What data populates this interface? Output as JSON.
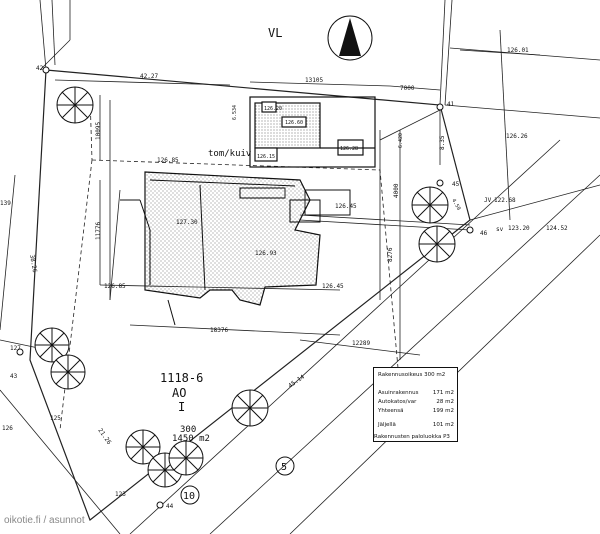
{
  "road_label": "VL",
  "plot_number": "1118-6",
  "zone_code": "AO",
  "roman_numeral": "I",
  "site_area": "300",
  "site_dims": "1450 m2",
  "circled_numbers": [
    "5",
    "10"
  ],
  "point_labels": [
    "42",
    "41",
    "45",
    "46",
    "43",
    "44",
    "127",
    "123",
    "125",
    "139"
  ],
  "dimensions": {
    "top_left": "42.27",
    "top_mid": "13105",
    "top_right": "7000",
    "left_vertical": "10095",
    "left_mid": "11776",
    "left_bottom": "126.85",
    "inner_a": "126.85",
    "inner_b": "127.30",
    "inner_c": "126.93",
    "inner_d": "126.45",
    "inner_e": "126.45",
    "garage_a": "126.20",
    "garage_b": "126.60",
    "garage_c": "126.28",
    "garage_d": "126.15",
    "bottom": "18376",
    "diag_bottom": "12289",
    "diag_left": "45.14",
    "right_top": "126.01",
    "right_mid": "126.26",
    "right_small": "8.35",
    "right_vert": "4000",
    "right_vert2": "8276",
    "vert_inner": "6.534",
    "vert_inner2": "6.420",
    "slope_a": "4.50",
    "ridge_a": "122.68",
    "ridge_b": "123.20",
    "ridge_c": "124.52",
    "sv": "sv",
    "left_edge": "38.26",
    "bottom_left_a": "21.26",
    "bottom_left_b": "126",
    "jv": "JV"
  },
  "building_label": "tom/kuiv",
  "area_table": {
    "title": "Rakennusoikeus 300 m2",
    "rows": [
      {
        "label": "Asuinrakennus",
        "value": "171 m2"
      },
      {
        "label": "Autokatos/var",
        "value": "28 m2"
      },
      {
        "label": "Yhteensä",
        "value": "199 m2"
      },
      {
        "label": "Jäljellä",
        "value": "101 m2"
      }
    ]
  },
  "table_caption": "Rakennusten paloluokka P3",
  "watermark": "oikotie.fi / asunnot"
}
